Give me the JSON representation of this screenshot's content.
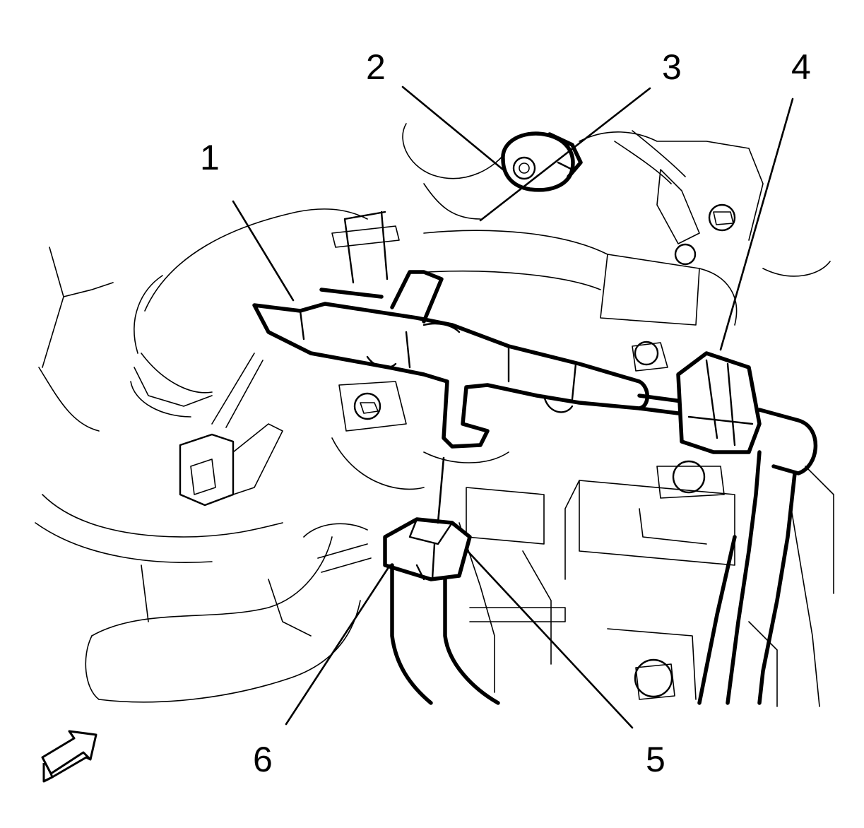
{
  "callouts": [
    {
      "id": "1",
      "label": "1"
    },
    {
      "id": "2",
      "label": "2"
    },
    {
      "id": "3",
      "label": "3"
    },
    {
      "id": "4",
      "label": "4"
    },
    {
      "id": "5",
      "label": "5"
    },
    {
      "id": "6",
      "label": "6"
    }
  ],
  "icons": {
    "view_direction": "view-direction-arrow-icon"
  }
}
